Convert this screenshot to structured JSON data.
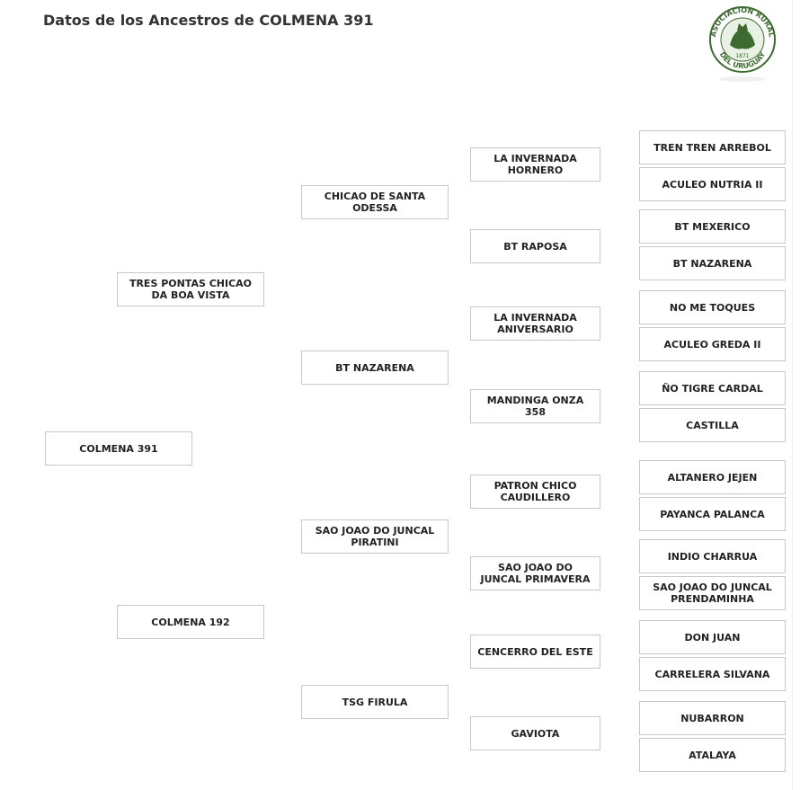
{
  "page": {
    "title": "Datos de los Ancestros de COLMENA 391",
    "logo": {
      "icon": "association-seal-icon",
      "text_top": "ASOCIACION RURAL",
      "text_bottom": "DEL URUGUAY",
      "year": "1871",
      "color": "#3d6b2f"
    }
  },
  "pedigree": {
    "subject": "COLMENA 391",
    "gen1": [
      "TRES PONTAS CHICAO DA BOA VISTA",
      "COLMENA 192"
    ],
    "gen2": [
      "CHICAO DE SANTA ODESSA",
      "BT NAZARENA",
      "SAO JOAO DO JUNCAL PIRATINI",
      "TSG FIRULA"
    ],
    "gen3": [
      "LA INVERNADA HORNERO",
      "BT RAPOSA",
      "LA INVERNADA ANIVERSARIO",
      "MANDINGA ONZA 358",
      "PATRON CHICO CAUDILLERO",
      "SAO JOAO DO JUNCAL PRIMAVERA",
      "CENCERRO DEL ESTE",
      "GAVIOTA"
    ],
    "gen4": [
      "TREN TREN ARREBOL",
      "ACULEO NUTRIA II",
      "BT MEXERICO",
      "BT NAZARENA",
      "NO ME TOQUES",
      "ACULEO GREDA II",
      "ÑO TIGRE CARDAL",
      "CASTILLA",
      "ALTANERO JEJEN",
      "PAYANCA PALANCA",
      "INDIO CHARRUA",
      "SAO JOAO DO JUNCAL PRENDAMINHA",
      "DON JUAN",
      "CARRELERA SILVANA",
      "NUBARRON",
      "ATALAYA"
    ]
  }
}
